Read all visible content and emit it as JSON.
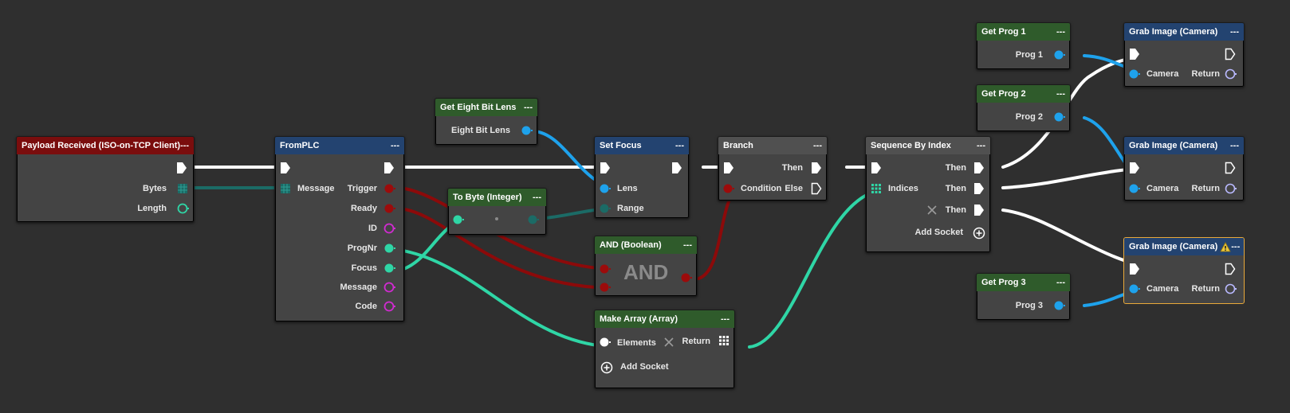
{
  "nodes": {
    "payload": {
      "title": "Payload Received (ISO-on-TCP Client)",
      "menu": "---",
      "outputs": [
        "Bytes",
        "Length"
      ]
    },
    "fromplc": {
      "title": "FromPLC",
      "menu": "---",
      "input": "Message",
      "outputs": [
        "Trigger",
        "Ready",
        "ID",
        "ProgNr",
        "Focus",
        "Message",
        "Code"
      ]
    },
    "eightbit": {
      "title": "Get Eight Bit Lens",
      "menu": "---",
      "output": "Eight Bit Lens"
    },
    "tobyte": {
      "title": "To Byte (Integer)",
      "menu": "---"
    },
    "setfocus": {
      "title": "Set Focus",
      "menu": "---",
      "inputs": [
        "Lens",
        "Range"
      ]
    },
    "andbool": {
      "title": "AND (Boolean)",
      "menu": "---",
      "body": "AND"
    },
    "makearray": {
      "title": "Make Array (Array)",
      "menu": "---",
      "input": "Elements",
      "output": "Return",
      "add": "Add Socket"
    },
    "branch": {
      "title": "Branch",
      "menu": "---",
      "input": "Condition",
      "outputs": [
        "Then",
        "Else"
      ]
    },
    "sequence": {
      "title": "Sequence By Index",
      "menu": "---",
      "input": "Indices",
      "outputs": [
        "Then",
        "Then",
        "Then"
      ],
      "add": "Add Socket"
    },
    "prog1": {
      "title": "Get Prog 1",
      "menu": "---",
      "output": "Prog 1"
    },
    "prog2": {
      "title": "Get Prog 2",
      "menu": "---",
      "output": "Prog 2"
    },
    "prog3": {
      "title": "Get Prog 3",
      "menu": "---",
      "output": "Prog 3"
    },
    "grab1": {
      "title": "Grab Image (Camera)",
      "menu": "---",
      "input": "Camera",
      "output": "Return"
    },
    "grab2": {
      "title": "Grab Image (Camera)",
      "menu": "---",
      "input": "Camera",
      "output": "Return"
    },
    "grab3": {
      "title": "Grab Image (Camera)",
      "menu": "---",
      "input": "Camera",
      "output": "Return",
      "warning": true
    }
  },
  "colors": {
    "canvas": "#2f2f2f",
    "node_body": "#444444",
    "exec_wire": "#ffffff",
    "int_wire": "#1ea2ec",
    "bool_wire": "#8c0a0a",
    "array_wire": "#2fd6a6",
    "bytes_wire": "#1b6b66",
    "id_pin": "#d12bd1",
    "warning": "#e9a93a"
  }
}
